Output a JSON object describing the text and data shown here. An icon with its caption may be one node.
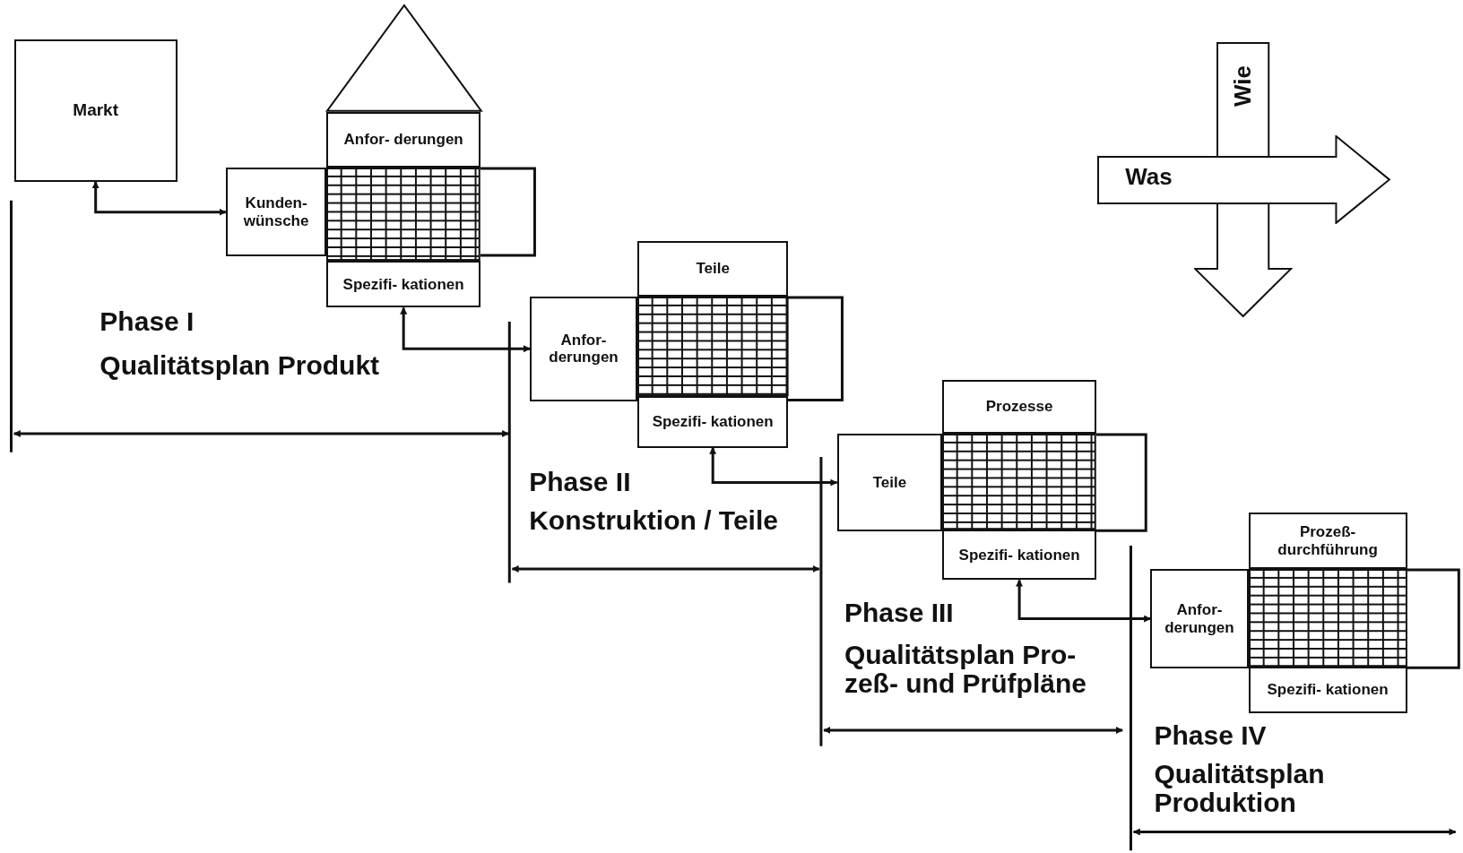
{
  "diagram": {
    "nodes": [
      {
        "text": [
          "Markt"
        ]
      },
      {
        "text": [
          "Anfor- derungen"
        ]
      },
      {
        "text": [
          "Kunden- wünsche"
        ]
      },
      {
        "text": [
          "Spezifi- kationen"
        ]
      },
      {
        "text": [
          "Teile"
        ]
      },
      {
        "text": [
          "Anfor- derungen"
        ]
      },
      {
        "text": [
          "Spezifi- kationen"
        ]
      },
      {
        "text": [
          "Prozesse"
        ]
      },
      {
        "text": [
          "Teile"
        ]
      },
      {
        "text": [
          "Spezifi- kationen"
        ]
      },
      {
        "text": [
          "Prozeß- durchführung"
        ]
      },
      {
        "text": [
          "Anfor- derungen"
        ]
      },
      {
        "text": [
          "Spezifi- kationen"
        ]
      },
      {
        "text": [
          "Wie"
        ]
      },
      {
        "text": [
          "Was"
        ]
      },
      {
        "text": [],
        "shape": "triangle"
      },
      {
        "text": [],
        "shape": "grid"
      },
      {
        "text": [],
        "shape": "box"
      },
      {
        "text": [],
        "shape": "grid"
      },
      {
        "text": [],
        "shape": "box"
      },
      {
        "text": [],
        "shape": "grid"
      },
      {
        "text": [],
        "shape": "box"
      },
      {
        "text": [],
        "shape": "grid"
      },
      {
        "text": [],
        "shape": "box"
      }
    ],
    "edges": [
      {
        "from": 0,
        "to": 2,
        "arrow": "both"
      },
      {
        "from": 3,
        "to": 5,
        "arrow": "both"
      },
      {
        "from": 6,
        "to": 8,
        "arrow": "both"
      },
      {
        "from": 9,
        "to": 11,
        "arrow": "both"
      }
    ],
    "labels": [
      "Phase I",
      "Qualitätsplan Produkt",
      "Phase II",
      "Konstruktion / Teile",
      "Phase III",
      "Qualitätsplan Pro- zeß- und Prüfpläne",
      "Phase IV",
      "Qualitätsplan Produktion"
    ]
  }
}
